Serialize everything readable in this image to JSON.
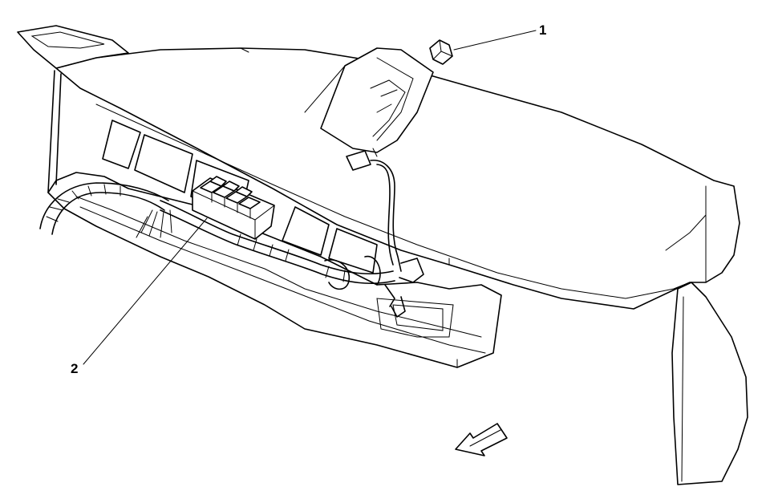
{
  "callouts": [
    {
      "number": "1",
      "item": "screw"
    },
    {
      "number": "2",
      "item": "relay-center"
    }
  ],
  "colors": {
    "line": "#000000",
    "background": "#ffffff"
  },
  "icons": [
    "arrow-direction-icon"
  ]
}
